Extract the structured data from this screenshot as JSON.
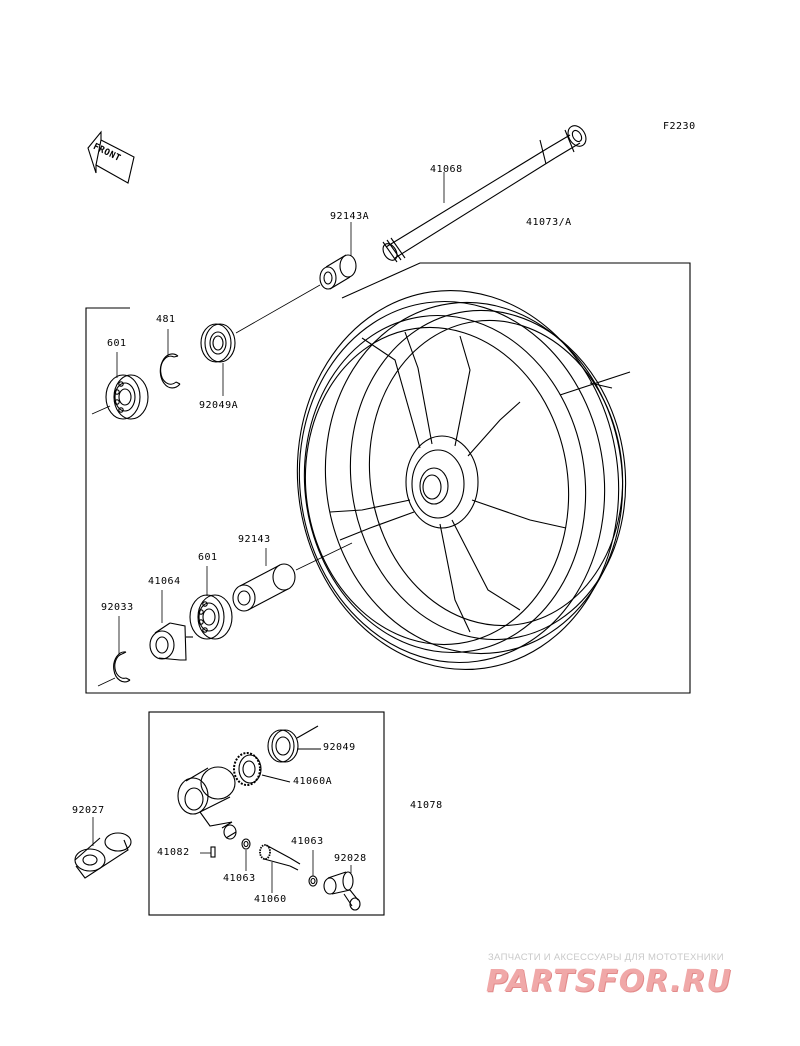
{
  "diagram": {
    "code": "F2230",
    "front_label": "FRONT",
    "part_numbers": {
      "axle": "41068",
      "wheel": "41073/A",
      "collar_right": "92143A",
      "circlip_right": "481",
      "bearing_right": "601",
      "oil_seal_right": "92049A",
      "collar_center": "92143",
      "bearing_left": "601",
      "coupling": "41064",
      "circlip_left": "92033",
      "oil_seal_left": "92049",
      "gear": "41060A",
      "speedo_gearbox": "41078",
      "collar_left": "92027",
      "pin": "41082",
      "washer_a": "41063",
      "washer_b": "41063",
      "pinion": "41060",
      "bushing": "92028"
    }
  },
  "watermark": {
    "subtitle": "ЗАПЧАСТИ И АКСЕССУАРЫ ДЛЯ МОТОТЕХНИКИ",
    "logo": "PARTSFOR.RU"
  }
}
